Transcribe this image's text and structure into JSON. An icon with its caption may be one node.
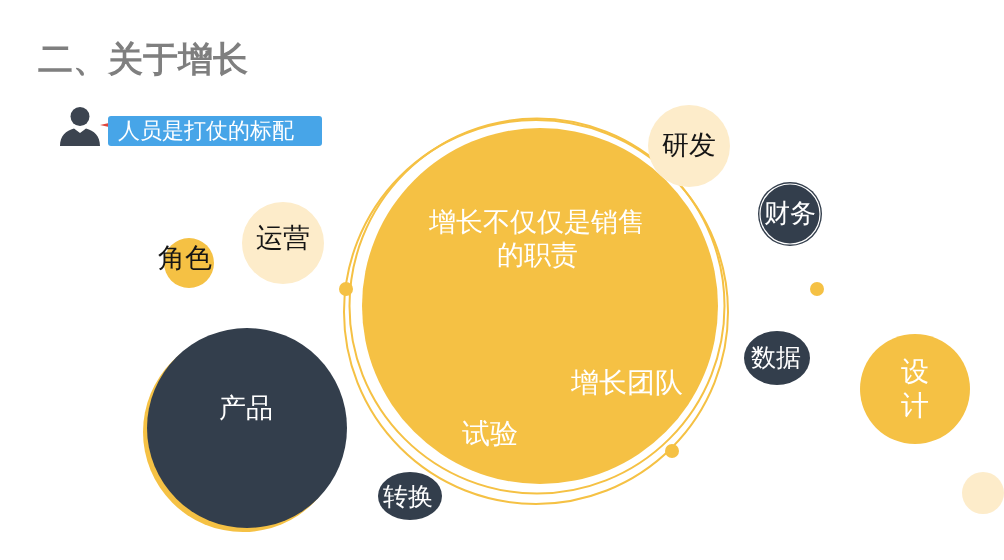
{
  "diagram": {
    "title": "二、关于增长",
    "nodes": [
      {
        "text": [
          "人员是打仗的标配"
        ]
      },
      {
        "text": [
          "研发"
        ]
      },
      {
        "text": [
          "增长不仅仅是销售的职责",
          "增长团队",
          "试验"
        ]
      },
      {
        "text": [
          "财务"
        ]
      },
      {
        "text": [
          "运营"
        ]
      },
      {
        "text": [
          "角色"
        ]
      },
      {
        "text": [],
        "shape": "circle"
      },
      {
        "text": [
          "数据"
        ]
      },
      {
        "text": [
          "设计"
        ]
      },
      {
        "text": [
          "产品"
        ]
      },
      {
        "text": [
          "转换"
        ]
      },
      {
        "text": [],
        "shape": "circle"
      }
    ]
  }
}
